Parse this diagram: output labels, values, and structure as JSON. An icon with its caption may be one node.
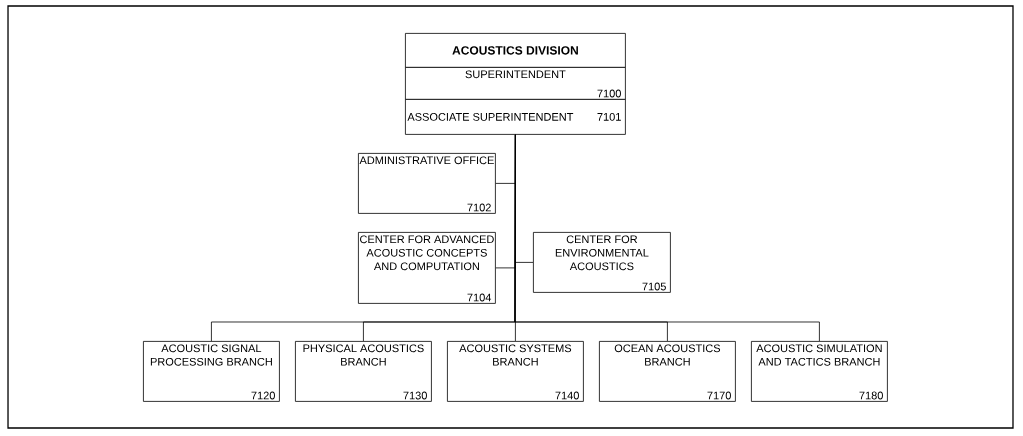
{
  "diagram": {
    "nodes": [
      {
        "text": [
          "ACOUSTICS DIVISION"
        ]
      },
      {
        "text": [
          "SUPERINTENDENT",
          "7100"
        ]
      },
      {
        "text": [
          "ASSOCIATE SUPERINTENDENT",
          "7101"
        ]
      },
      {
        "text": [
          "ADMINISTRATIVE OFFICE",
          "7102"
        ]
      },
      {
        "text": [
          "CENTER FOR ADVANCED ACOUSTIC CONCEPTS AND COMPUTATION",
          "7104"
        ]
      },
      {
        "text": [
          "CENTER FOR ENVIRONMENTAL ACOUSTICS",
          "7105"
        ]
      },
      {
        "text": [
          "ACOUSTIC SIGNAL PROCESSING BRANCH",
          "7120"
        ]
      },
      {
        "text": [
          "PHYSICAL ACOUSTICS BRANCH",
          "7130"
        ]
      },
      {
        "text": [
          "ACOUSTIC SYSTEMS BRANCH",
          "7140"
        ]
      },
      {
        "text": [
          "OCEAN ACOUSTICS BRANCH",
          "7170"
        ]
      },
      {
        "text": [
          "ACOUSTIC SIMULATION AND TACTICS BRANCH",
          "7180"
        ]
      }
    ],
    "edges": [
      {
        "from": 2,
        "to": 3,
        "arrow": "none"
      },
      {
        "from": 2,
        "to": 4,
        "arrow": "none"
      },
      {
        "from": 2,
        "to": 5,
        "arrow": "none"
      },
      {
        "from": 2,
        "to": 6,
        "arrow": "none"
      },
      {
        "from": 2,
        "to": 7,
        "arrow": "none"
      },
      {
        "from": 2,
        "to": 8,
        "arrow": "none"
      },
      {
        "from": 2,
        "to": 9,
        "arrow": "none"
      },
      {
        "from": 2,
        "to": 10,
        "arrow": "none"
      }
    ]
  }
}
